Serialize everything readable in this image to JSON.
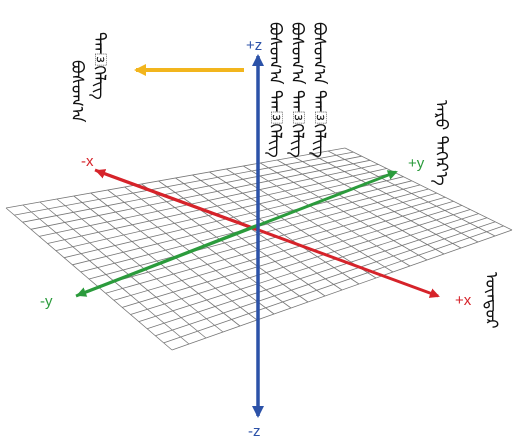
{
  "axes": {
    "x_pos": "+x",
    "x_neg": "-x",
    "y_pos": "+y",
    "y_neg": "-y",
    "z_pos": "+z",
    "z_neg": "-z"
  },
  "colors": {
    "x": "#d6232a",
    "y": "#2b9b3c",
    "z": "#2c52a8",
    "pointer": "#f2b51d",
    "grid": "#777777"
  },
  "mongolian_labels": {
    "pointer_caption": [
      "ᠪᠣᠰᠤᠭ᠎ᠠ",
      "ᠲᠡᠨ᠍ᠬᠡᠯᠢᠭ"
    ],
    "z_caption": [
      "ᠪᠣᠰᠤᠭ᠎ᠠ ᠲᠡᠨ᠍ᠬᠡᠯᠢᠭ",
      "ᠪᠣᠰᠤᠭ᠎ᠠ ᠲᠡᠨ᠍ᠬᠡᠯᠢᠭ",
      "ᠪᠣᠰᠤᠭ᠎ᠠ ᠲᠡᠨ᠍ᠬᠡᠯᠢᠭ"
    ],
    "y_caption": "ᠠᠷᠤ ᠳᠡᠭᠡᠷ᠎ᠡ",
    "x_caption": "ᠦᠨᠳᠦᠷ"
  }
}
